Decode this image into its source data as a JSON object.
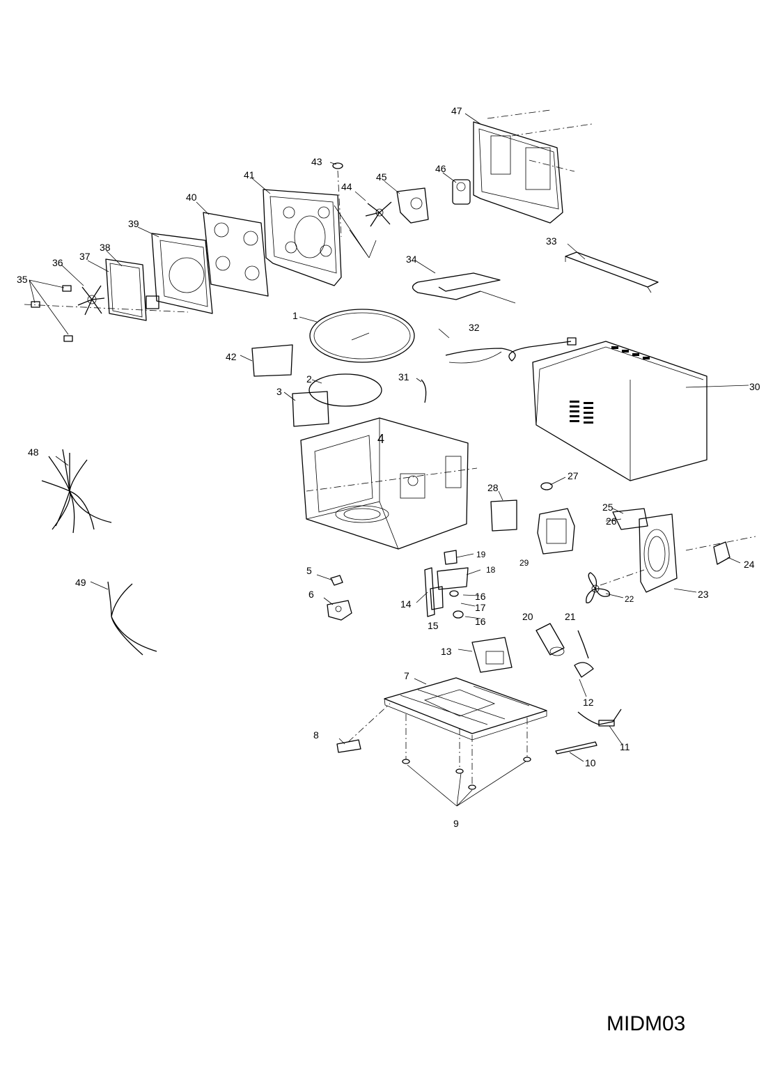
{
  "callouts": {
    "c1": "1",
    "c2": "2",
    "c3": "3",
    "c4": "4",
    "c5": "5",
    "c6": "6",
    "c7": "7",
    "c8": "8",
    "c9": "9",
    "c10": "10",
    "c11": "11",
    "c12": "12",
    "c13": "13",
    "c14": "14",
    "c15": "15",
    "c16a": "16",
    "c16b": "16",
    "c17": "17",
    "c18": "18",
    "c19": "19",
    "c20": "20",
    "c21": "21",
    "c22": "22",
    "c23": "23",
    "c24": "24",
    "c25": "25",
    "c26": "26",
    "c27": "27",
    "c28": "28",
    "c29": "29",
    "c30": "30",
    "c31": "31",
    "c32": "32",
    "c33": "33",
    "c34": "34",
    "c35": "35",
    "c36": "36",
    "c37": "37",
    "c38": "38",
    "c39": "39",
    "c40": "40",
    "c41": "41",
    "c42": "42",
    "c43": "43",
    "c44": "44",
    "c45": "45",
    "c46": "46",
    "c47": "47",
    "c48": "48",
    "c49": "49"
  },
  "model_code": "MIDM03"
}
